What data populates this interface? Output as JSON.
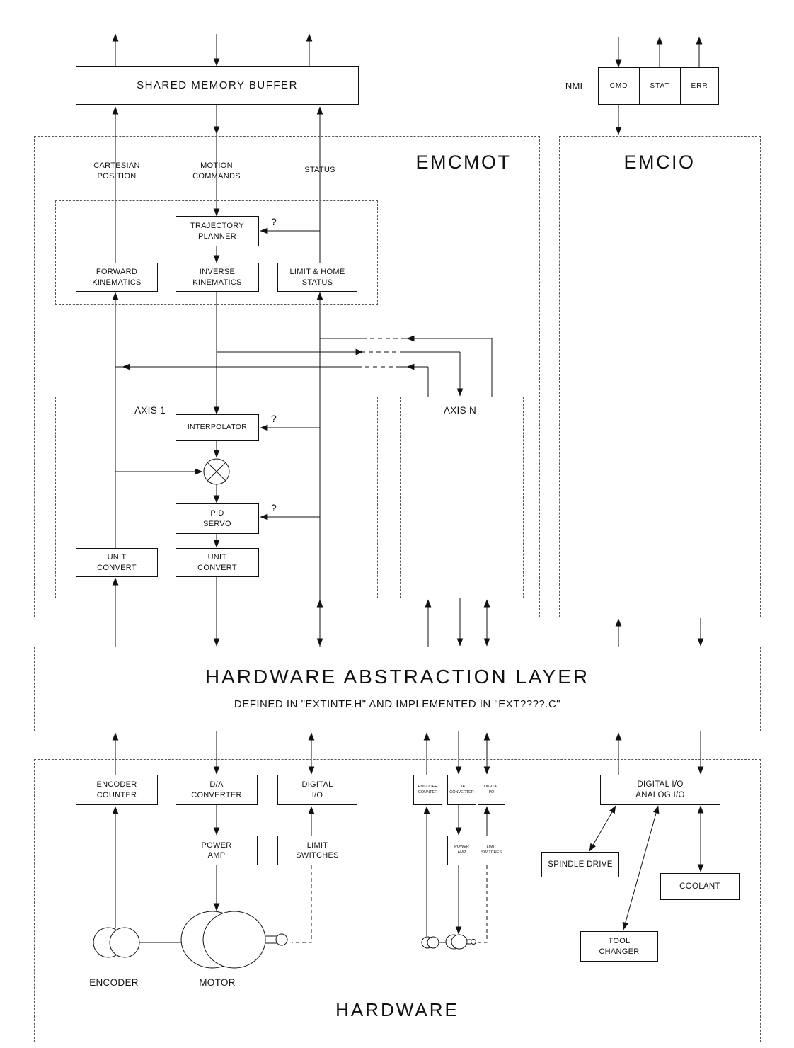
{
  "colors": {
    "line": "#111111",
    "background": "#ffffff"
  },
  "top": {
    "shared_memory_buffer": "SHARED MEMORY BUFFER",
    "nml_label": "NML",
    "nml_channels": [
      "CMD",
      "STAT",
      "ERR"
    ]
  },
  "emcmot": {
    "title": "EMCMOT",
    "cartesian_position": "CARTESIAN\nPOSITION",
    "motion_commands": "MOTION\nCOMMANDS",
    "status": "STATUS",
    "trajectory_planner": "TRAJECTORY\nPLANNER",
    "forward_kinematics": "FORWARD\nKINEMATICS",
    "inverse_kinematics": "INVERSE\nKINEMATICS",
    "limit_home_status": "LIMIT & HOME\nSTATUS",
    "question_mark": "?",
    "axis1": {
      "title": "AXIS 1",
      "interpolator": "INTERPOLATOR",
      "pid_servo": "PID\nSERVO",
      "unit_convert_left": "UNIT\nCONVERT",
      "unit_convert_center": "UNIT\nCONVERT"
    },
    "axisn": {
      "title": "AXIS N"
    }
  },
  "emcio": {
    "title": "EMCIO"
  },
  "hal": {
    "title": "HARDWARE ABSTRACTION LAYER",
    "subtitle": "DEFINED IN \"EXTINTF.H\" AND IMPLEMENTED IN \"EXT????.C\""
  },
  "hardware": {
    "title": "HARDWARE",
    "encoder_counter": "ENCODER\nCOUNTER",
    "da_converter": "D/A\nCONVERTER",
    "digital_io": "DIGITAL\nI/O",
    "power_amp": "POWER\nAMP",
    "limit_switches": "LIMIT\nSWITCHES",
    "encoder_label": "ENCODER",
    "motor_label": "MOTOR",
    "mini": {
      "encoder_counter": "ENCODER\nCOUNTER",
      "da_converter": "D/A\nCONVERTER",
      "digital_io": "DIGITAL\nI/O",
      "power_amp": "POWER\nAMP",
      "limit_switches": "LIMIT\nSWITCHES"
    },
    "digital_analog_io": "DIGITAL I/O\nANALOG I/O",
    "spindle_drive": "SPINDLE DRIVE",
    "coolant": "COOLANT",
    "tool_changer": "TOOL\nCHANGER"
  }
}
